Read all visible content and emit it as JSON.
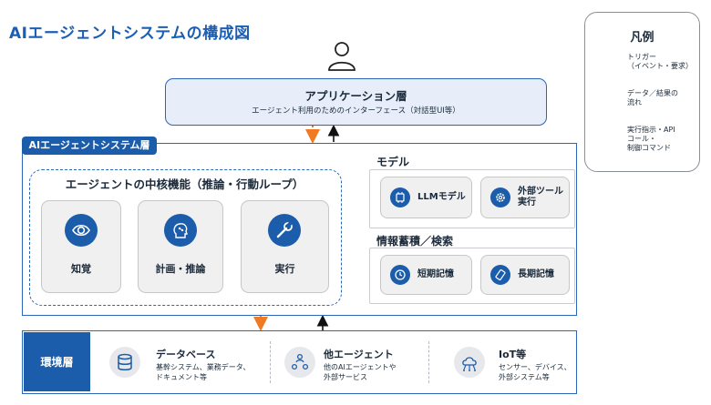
{
  "title": "AIエージェントシステムの構成図",
  "legend": {
    "title": "凡例",
    "items": [
      {
        "label": "トリガー\n（イベント・要求）"
      },
      {
        "label": "データ／結果の\n流れ"
      },
      {
        "label": "実行指示・API\nコール・\n制御コマンド"
      }
    ]
  },
  "app_layer": {
    "title": "アプリケーション層",
    "subtitle": "エージェント利用のためのインターフェース（対話型UI等）"
  },
  "system": {
    "label": "AIエージェントシステム層",
    "core": {
      "title": "エージェントの中核機能（推論・行動ループ）",
      "steps": [
        {
          "label": "知覚",
          "icon": "eye-icon"
        },
        {
          "label": "計画・推論",
          "icon": "brain-head-icon"
        },
        {
          "label": "実行",
          "icon": "wrench-icon"
        }
      ]
    },
    "model": {
      "title": "モデル",
      "items": [
        {
          "label": "LLMモデル",
          "icon": "chip-icon"
        },
        {
          "label": "外部ツール\n実行",
          "icon": "gear-icon"
        }
      ]
    },
    "memory": {
      "title": "情報蓄積／検索",
      "items": [
        {
          "label": "短期記憶",
          "icon": "clock-icon"
        },
        {
          "label": "長期記憶",
          "icon": "storage-icon"
        }
      ]
    }
  },
  "environment": {
    "label": "環境層",
    "items": [
      {
        "title": "データベース",
        "desc": "基幹システム、業務データ、\nドキュメント等",
        "icon": "database-icon"
      },
      {
        "title": "他エージェント",
        "desc": "他のAIエージェントや\n外部サービス",
        "icon": "agents-icon"
      },
      {
        "title": "IoT等",
        "desc": "センサー、デバイス、\n外部システム等",
        "icon": "iot-cloud-icon"
      }
    ]
  },
  "colors": {
    "accent": "#1b5cab",
    "trigger": "#f07a22",
    "control": "#f07a22",
    "data": "#111111"
  }
}
